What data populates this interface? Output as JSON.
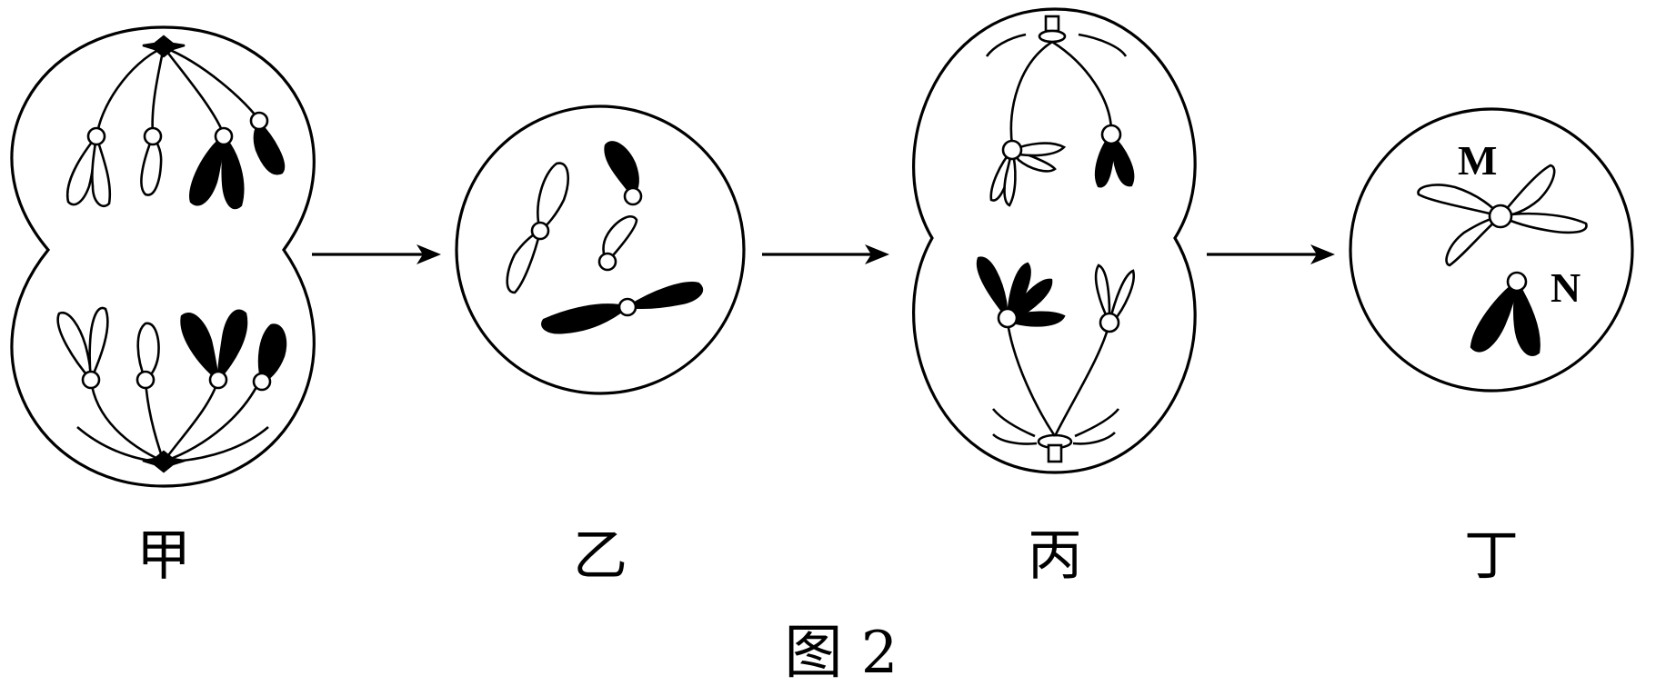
{
  "stages": [
    {
      "id": "jia",
      "label": "甲"
    },
    {
      "id": "yi",
      "label": "乙"
    },
    {
      "id": "bing",
      "label": "丙"
    },
    {
      "id": "ding",
      "label": "丁"
    }
  ],
  "chromosome_labels": {
    "M": "M",
    "N": "N"
  },
  "caption": "图 2",
  "colors": {
    "line": "#000000",
    "background": "#ffffff"
  }
}
